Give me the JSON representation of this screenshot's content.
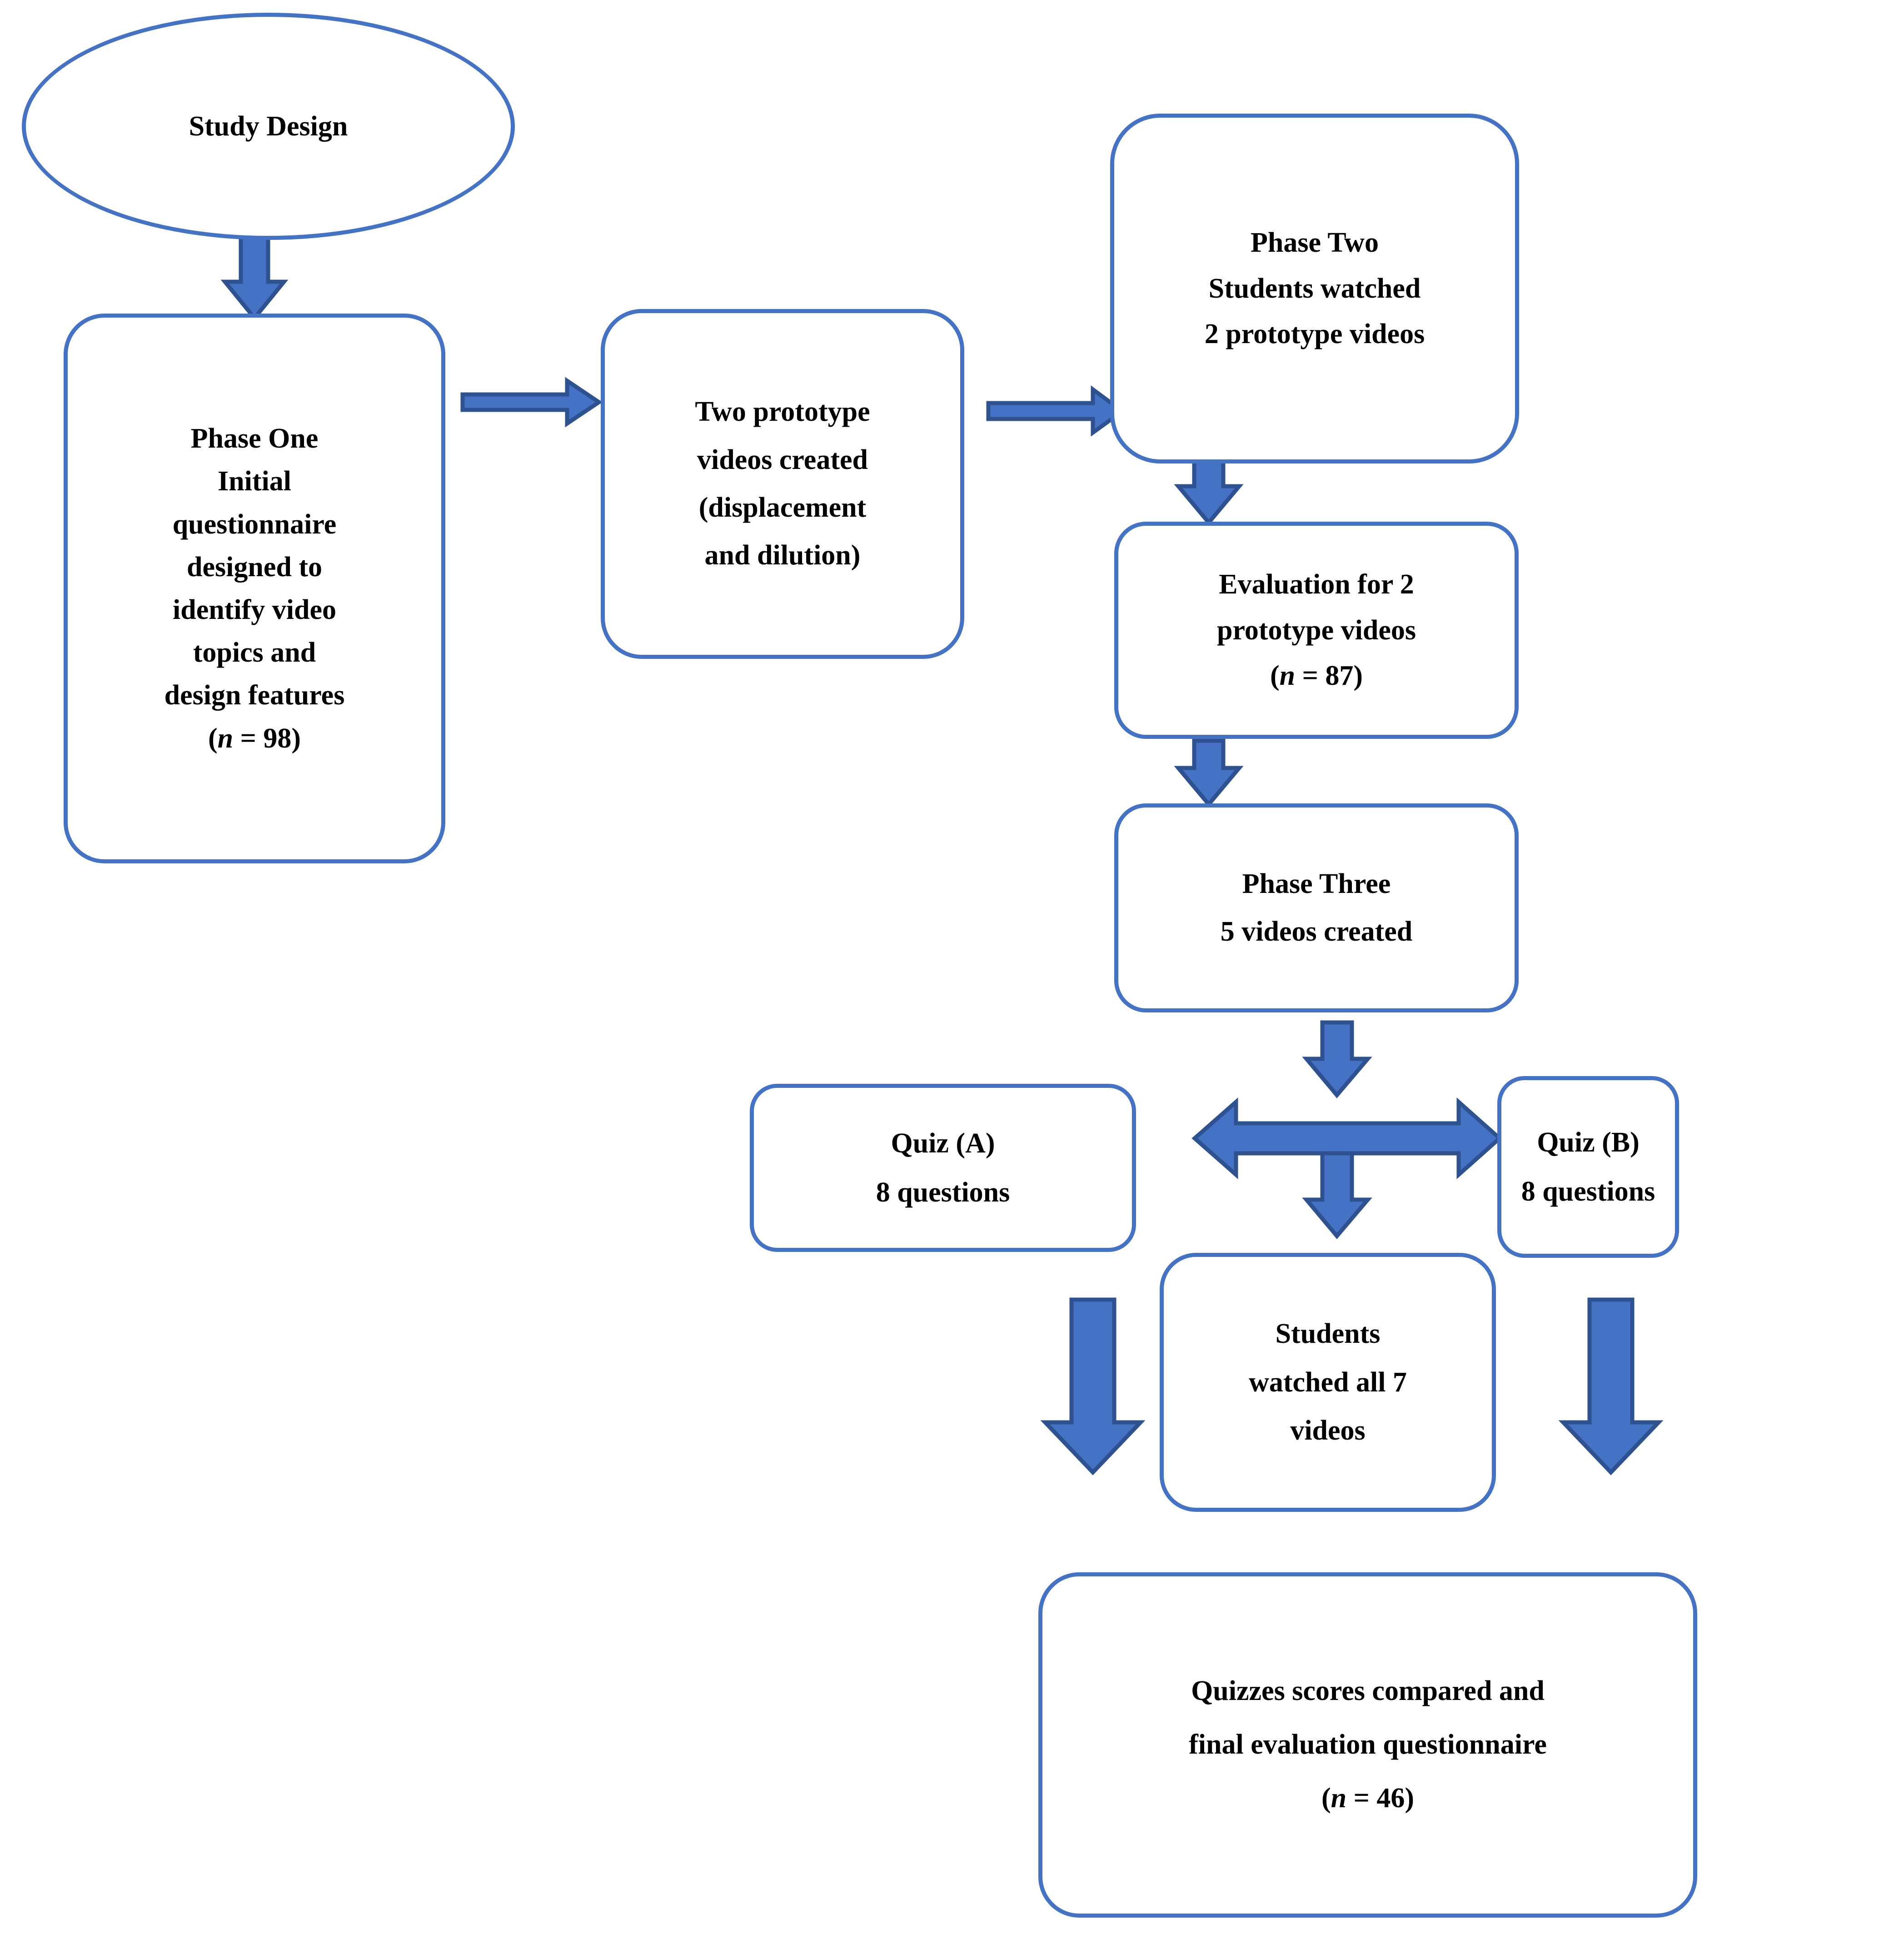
{
  "title": "Study Design Flowchart",
  "colors": {
    "border": "#4472C4",
    "arrow_fill": "#4472C4",
    "arrow_stroke": "#2E528F",
    "text": "#000000",
    "background": "#FFFFFF"
  },
  "nodes": {
    "start": {
      "shape": "ellipse",
      "label": "Study Design"
    },
    "phase_one": {
      "shape": "rounded-rect",
      "lines": [
        "Phase One",
        "Initial",
        "questionnaire",
        "designed to",
        "identify video",
        "topics and",
        "design features"
      ],
      "n_label_prefix": "(",
      "n_symbol": "n",
      "n_label_suffix": " = 98)"
    },
    "prototype_videos": {
      "shape": "rounded-rect",
      "lines": [
        "Two prototype",
        "videos created",
        "(displacement",
        "and dilution)"
      ]
    },
    "phase_two": {
      "shape": "rounded-rect",
      "lines": [
        "Phase Two",
        "Students watched",
        "2 prototype videos"
      ]
    },
    "evaluation": {
      "shape": "rounded-rect",
      "lines": [
        "Evaluation for 2",
        "prototype videos"
      ],
      "n_label_prefix": "(",
      "n_symbol": "n",
      "n_label_suffix": " = 87)"
    },
    "phase_three": {
      "shape": "rounded-rect",
      "lines": [
        "Phase Three",
        "5 videos created"
      ]
    },
    "quiz_a": {
      "shape": "rounded-rect",
      "lines": [
        "Quiz (A)",
        "8 questions"
      ]
    },
    "quiz_b": {
      "shape": "rounded-rect",
      "lines": [
        "Quiz (B)",
        "8 questions"
      ]
    },
    "watched_all": {
      "shape": "rounded-rect",
      "lines": [
        "Students",
        "watched all 7",
        "videos"
      ]
    },
    "final": {
      "shape": "rounded-rect",
      "lines": [
        "Quizzes scores compared and",
        "final evaluation questionnaire"
      ],
      "n_label_prefix": "(",
      "n_symbol": "n",
      "n_label_suffix": " = 46)"
    }
  },
  "edges": [
    {
      "name": "study-design-to-phase-one",
      "type": "arrow-down"
    },
    {
      "name": "phase-one-to-prototype-videos",
      "type": "arrow-right"
    },
    {
      "name": "prototype-videos-to-phase-two",
      "type": "arrow-right"
    },
    {
      "name": "phase-two-to-evaluation",
      "type": "arrow-down"
    },
    {
      "name": "evaluation-to-phase-three",
      "type": "arrow-down"
    },
    {
      "name": "phase-three-to-split",
      "type": "arrow-down"
    },
    {
      "name": "split-to-quiz-a-and-quiz-b",
      "type": "arrow-double-horizontal"
    },
    {
      "name": "split-to-watched-all",
      "type": "arrow-down"
    },
    {
      "name": "quiz-a-to-final",
      "type": "arrow-down"
    },
    {
      "name": "quiz-b-to-final",
      "type": "arrow-down"
    }
  ]
}
